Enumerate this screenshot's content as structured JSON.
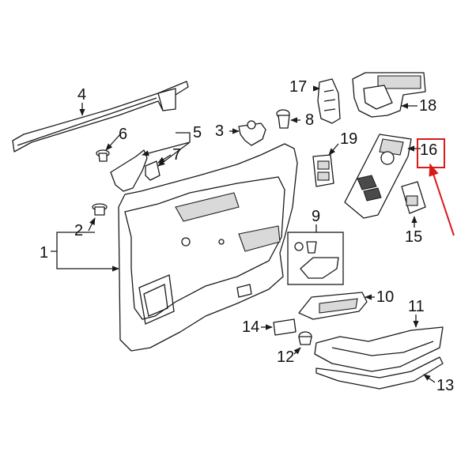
{
  "callouts": {
    "c1": "1",
    "c2": "2",
    "c3": "3",
    "c4": "4",
    "c5": "5",
    "c6": "6",
    "c7": "7",
    "c8": "8",
    "c9": "9",
    "c10": "10",
    "c11": "11",
    "c12": "12",
    "c13": "13",
    "c14": "14",
    "c15": "15",
    "c16": "16",
    "c17": "17",
    "c18": "18",
    "c19": "19"
  },
  "highlight": {
    "callout": "16",
    "color": "#d91a1a"
  },
  "parts": [
    "trim-molding",
    "door-trim-panel",
    "push-pin-clip",
    "clip-bolt",
    "reflector",
    "bracket",
    "lamp",
    "armrest",
    "pull-handle",
    "switch-bezel",
    "window-switch",
    "seat-switch",
    "window-switch-panel"
  ]
}
